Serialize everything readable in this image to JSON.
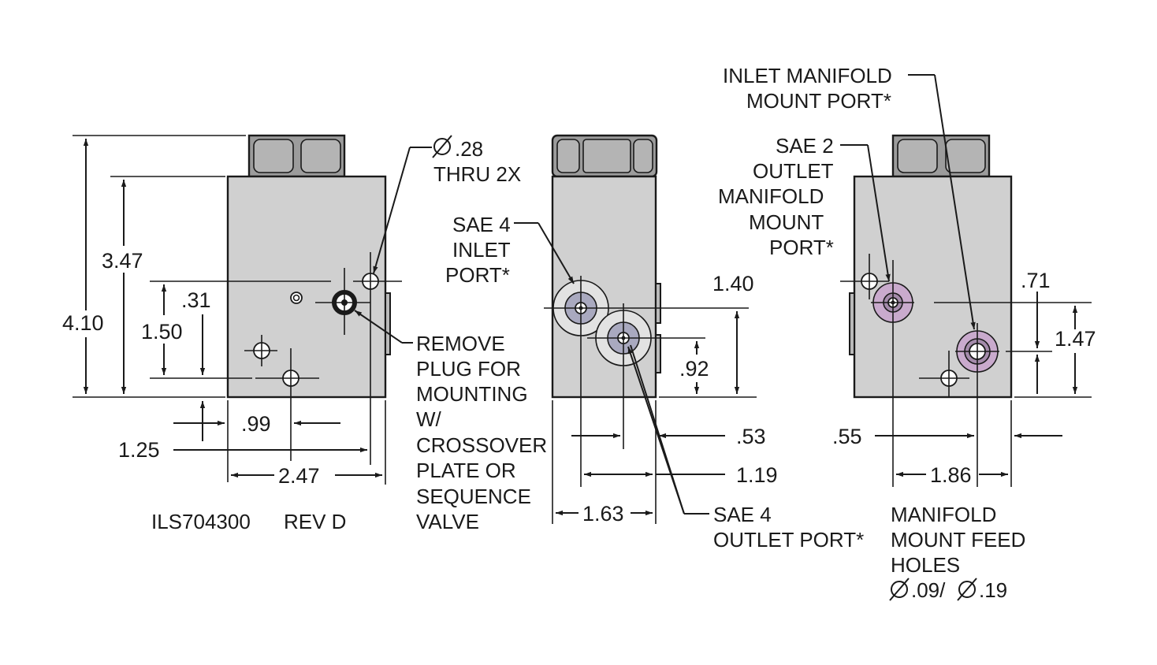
{
  "colors": {
    "body": "#d0d0d0",
    "hex_nut": "#9c9c9c",
    "inlet_port": "#a9a9bf",
    "manifold_port": "#c9aacd",
    "line": "#1a1a1a",
    "background": "#ffffff"
  },
  "front_view": {
    "dim_total_height": "4.10",
    "dim_body_height": "3.47",
    "dim_plug_height": "1.50",
    "dim_plug_offset": ".31",
    "dim_hole_x": ".99",
    "dim_lower_offset": "1.25",
    "dim_width": "2.47",
    "hole_callout_1": ".28",
    "hole_callout_2": "THRU 2X",
    "plug_note": [
      "REMOVE",
      "PLUG FOR",
      "MOUNTING",
      "W/",
      "CROSSOVER",
      "PLATE OR",
      "SEQUENCE",
      "VALVE"
    ],
    "part_number": "ILS704300",
    "revision": "REV D"
  },
  "side_view": {
    "inlet_label": [
      "SAE 4",
      "INLET",
      "PORT*"
    ],
    "outlet_label": [
      "SAE 4",
      "OUTLET PORT*"
    ],
    "dim_inlet_height": "1.40",
    "dim_outlet_height": ".92",
    "dim_outlet_x": ".53",
    "dim_inlet_x": "1.19",
    "dim_width": "1.63"
  },
  "rear_view": {
    "inlet_manifold_label": [
      "INLET MANIFOLD",
      "MOUNT PORT*"
    ],
    "outlet_manifold_label": [
      "SAE 2",
      "OUTLET",
      "MANIFOLD",
      "MOUNT",
      "PORT*"
    ],
    "dim_upper_offset": ".71",
    "dim_port_height": "1.47",
    "dim_left_x": ".55",
    "dim_width": "1.86",
    "feed_holes_label": [
      "MANIFOLD",
      "MOUNT FEED",
      "HOLES"
    ],
    "feed_holes_d1": ".09/",
    "feed_holes_d2": ".19"
  }
}
